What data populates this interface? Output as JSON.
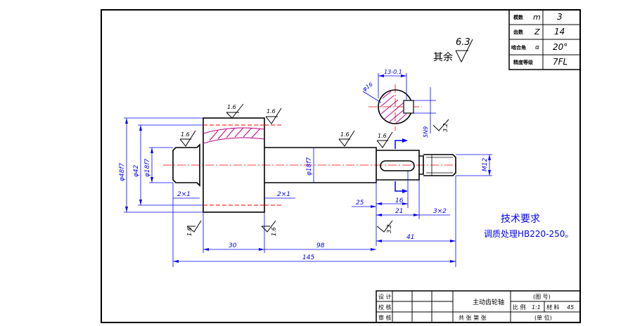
{
  "gear_params": [
    {
      "name": "模数",
      "symbol": "m",
      "value": "3"
    },
    {
      "name": "齿数",
      "symbol": "Z",
      "value": "14"
    },
    {
      "name": "啮合角",
      "symbol": "α",
      "value": "20°"
    },
    {
      "name": "精度等级",
      "symbol": "",
      "value": "7FL"
    }
  ],
  "surface_finish": {
    "other_label": "其余",
    "other_value": "6.3",
    "fine_value": "1.6",
    "rough_value": "3.2"
  },
  "dimensions": {
    "d_48": "φ48f7",
    "d_42": "φ42",
    "d_18": "φ18f7",
    "d_18b": "φ18f7",
    "d_16": "φ16",
    "m12": "M12",
    "key_depth": "13-0.1",
    "key_width": "5N9",
    "chamfer_left": "2×1",
    "chamfer_right": "2×1",
    "d25": "25",
    "d16": "16",
    "d21": "21",
    "undercut": "3×2",
    "d41": "41",
    "d30": "30",
    "d98": "98",
    "d145": "145"
  },
  "tech_req": {
    "title": "技术要求",
    "body": "调质处理HB220-250。"
  },
  "title_block": {
    "row1": "设 计",
    "row2": "校 核",
    "row3": "审 核",
    "part_name": "主动齿轮轴",
    "drawing_no": "(图 号)",
    "scale_label": "比 例",
    "scale_value": "1:1",
    "material_label": "材 料",
    "material_value": "45",
    "sheet_text": "共 张 第 张",
    "unit_text": "(单 位)"
  }
}
